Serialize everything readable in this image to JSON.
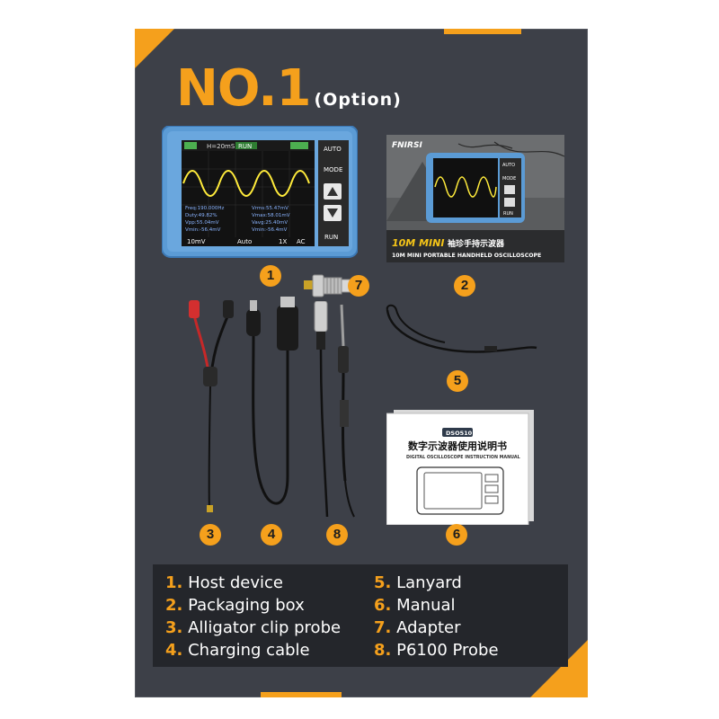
{
  "title": {
    "main": "NO.1",
    "sub": "(Option)"
  },
  "device": {
    "timebase": "H=20mS",
    "status": "RUN",
    "buttons": [
      "AUTO",
      "MODE",
      "RUN"
    ],
    "footer": [
      "10mV",
      "Auto",
      "1X",
      "AC"
    ],
    "readout_left": [
      "Freq:190.000Hz",
      "Duty:49.82%",
      "Vpp:55.04mV",
      "Vmin:-56.4mV"
    ],
    "readout_right": [
      "Vrms:55.47mV",
      "Vmax:58.01mV",
      "Vavg:25.40mV",
      "Vmin:-56.4mV"
    ]
  },
  "box": {
    "brand": "FNIRSI",
    "model_line": "10M MINI",
    "model_cn": "袖珍手持示波器",
    "subtitle": "10M MINI PORTABLE HANDHELD OSCILLOSCOPE",
    "buttons": [
      "AUTO",
      "MODE",
      "RUN"
    ]
  },
  "manual": {
    "model": "DSO510",
    "title_cn": "数字示波器使用说明书",
    "title_en": "DIGITAL OSCILLOSCOPE INSTRUCTION MANUAL"
  },
  "markers": [
    "1",
    "2",
    "3",
    "4",
    "5",
    "6",
    "7",
    "8"
  ],
  "legend": [
    {
      "num": "1.",
      "label": "Host device"
    },
    {
      "num": "2.",
      "label": "Packaging box"
    },
    {
      "num": "3.",
      "label": "Alligator clip probe"
    },
    {
      "num": "4.",
      "label": "Charging cable"
    },
    {
      "num": "5.",
      "label": "Lanyard"
    },
    {
      "num": "6.",
      "label": "Manual"
    },
    {
      "num": "7.",
      "label": "Adapter"
    },
    {
      "num": "8.",
      "label": "P6100 Probe"
    }
  ],
  "colors": {
    "accent": "#f5a01c",
    "panel": "#3d4048",
    "legend_bg": "#24262b",
    "device_blue": "#5b9bd5"
  }
}
